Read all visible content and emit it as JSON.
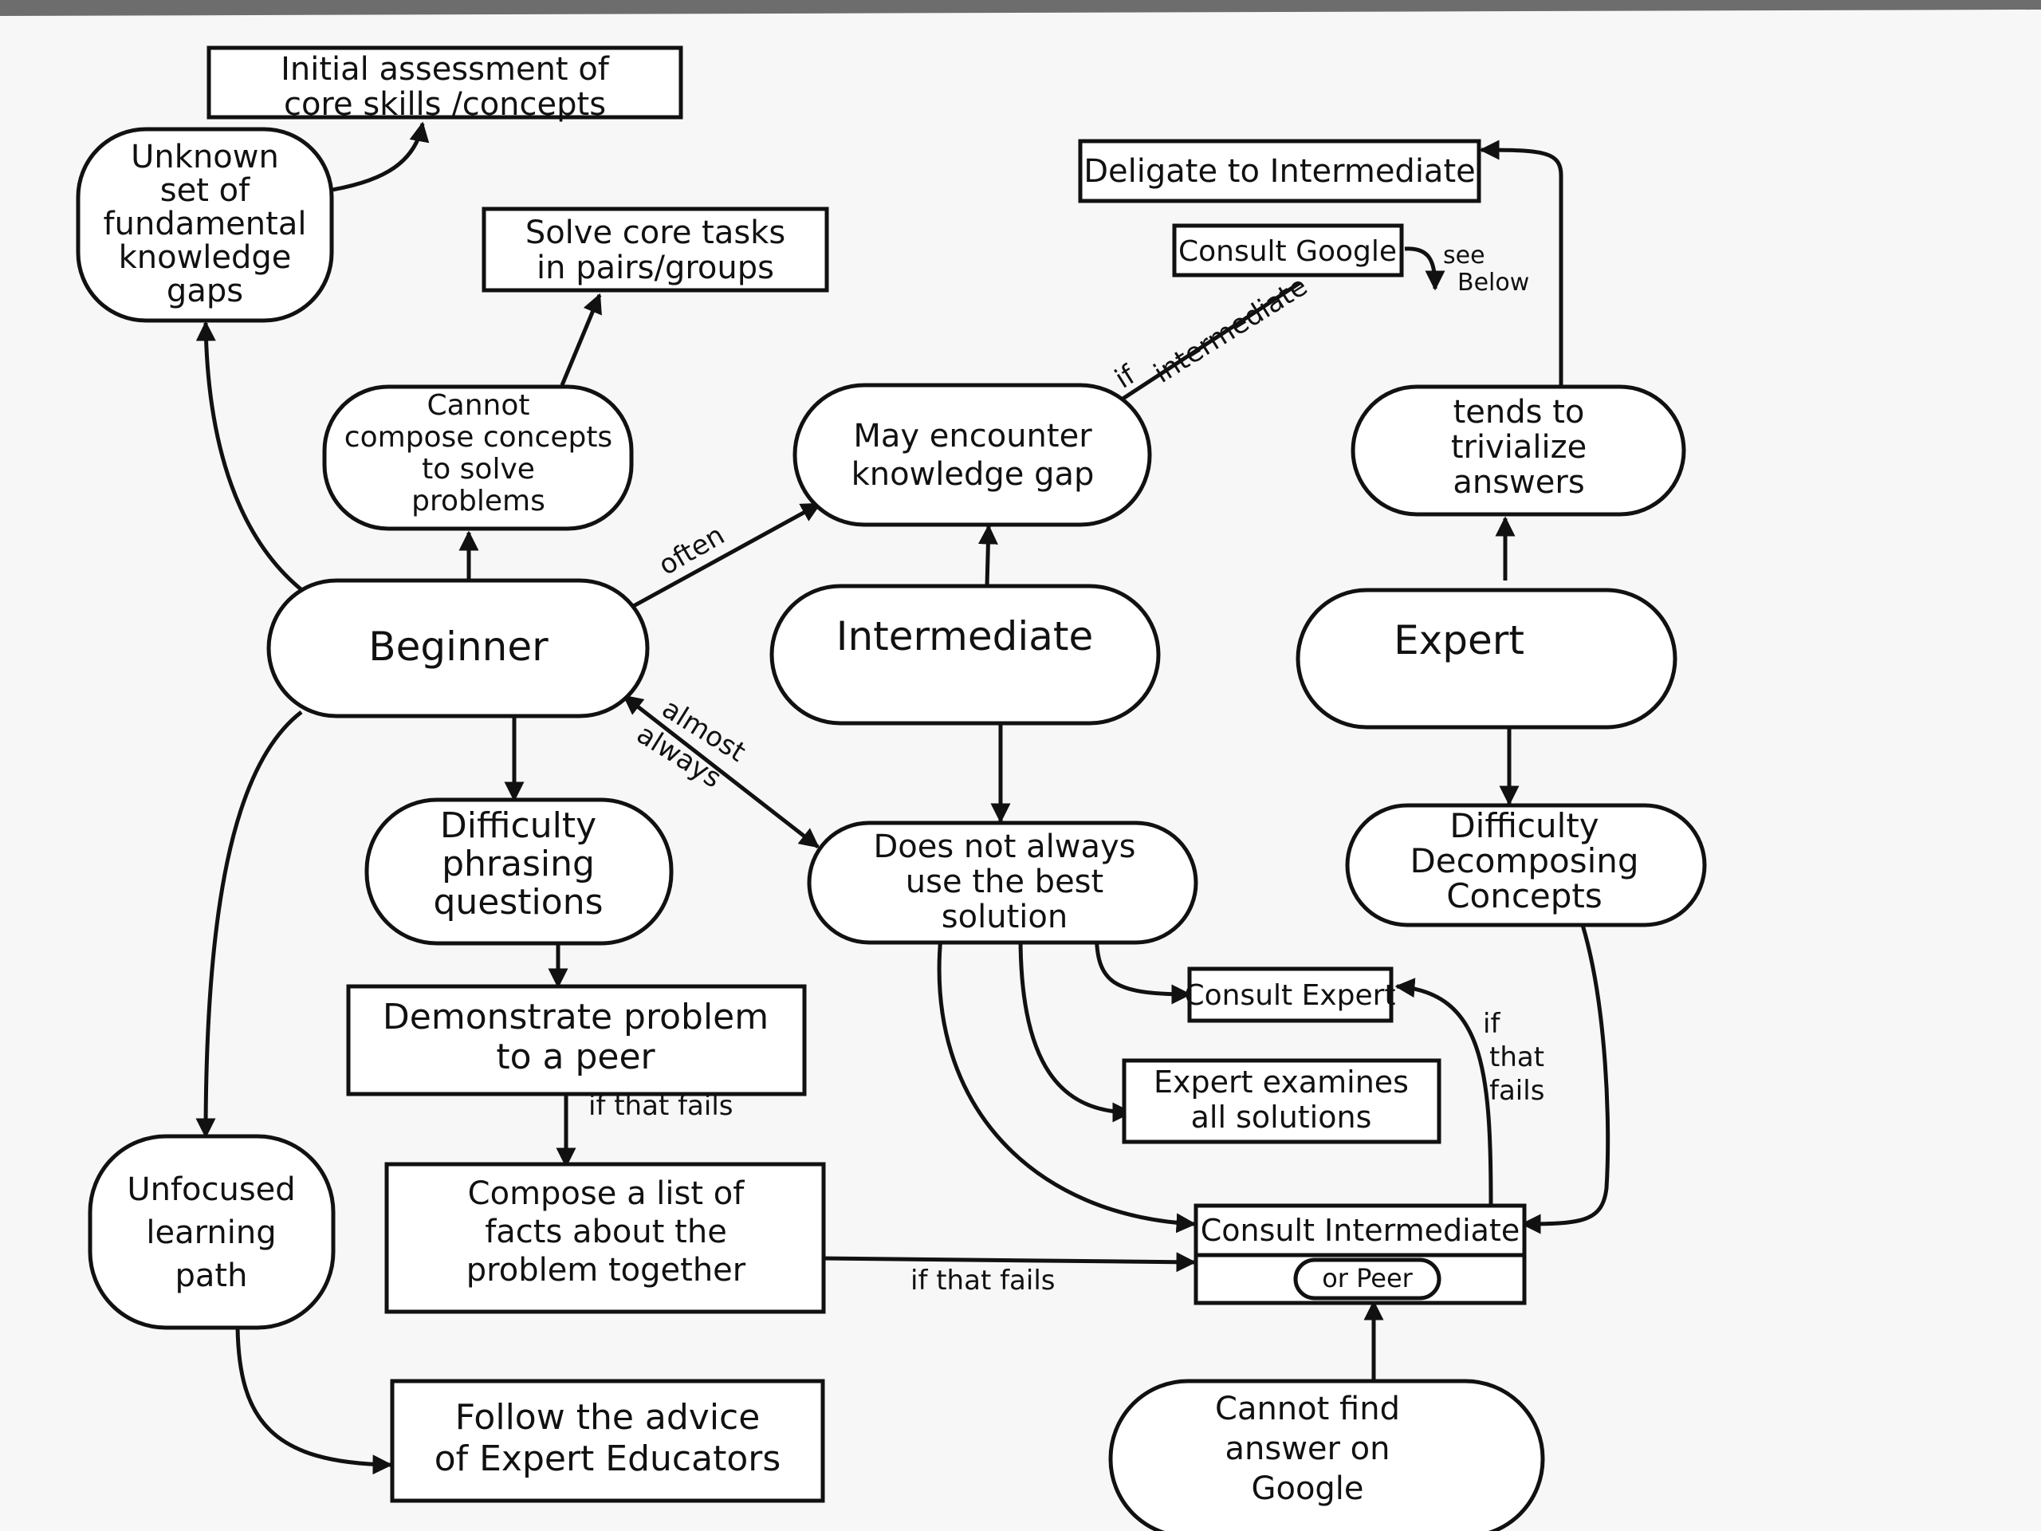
{
  "nodes": {
    "initial_assessment": [
      "Initial assessment of",
      "core skills /concepts"
    ],
    "unknown_gaps": [
      "Unknown",
      "set of",
      "fundamental",
      "knowledge",
      "gaps"
    ],
    "solve_core_tasks": [
      "Solve core tasks",
      "in pairs/groups"
    ],
    "cannot_compose": [
      "Cannot",
      "compose concepts",
      "to solve",
      "problems"
    ],
    "delegate": [
      "Deligate to Intermediate"
    ],
    "consult_google": [
      "Consult Google"
    ],
    "may_encounter": [
      "May encounter",
      "knowledge gap"
    ],
    "tends_trivialize": [
      "tends to",
      "trivialize",
      "answers"
    ],
    "beginner": [
      "Beginner"
    ],
    "intermediate": [
      "Intermediate"
    ],
    "expert": [
      "Expert"
    ],
    "difficulty_phrasing": [
      "Difficulty",
      "phrasing",
      "questions"
    ],
    "does_not_always": [
      "Does not always",
      "use the best",
      "solution"
    ],
    "difficulty_decomposing": [
      "Difficulty",
      "Decomposing",
      "Concepts"
    ],
    "demonstrate": [
      "Demonstrate problem",
      "to a peer"
    ],
    "consult_expert": [
      "Consult Expert"
    ],
    "expert_examines": [
      "Expert examines",
      "all solutions"
    ],
    "compose_list": [
      "Compose a list of",
      "facts about the",
      "problem together"
    ],
    "unfocused": [
      "Unfocused",
      "learning",
      "path"
    ],
    "consult_intermediate": [
      "Consult Intermediate"
    ],
    "or_peer": [
      "or Peer"
    ],
    "follow_advice": [
      "Follow the advice",
      "of Expert Educators"
    ],
    "cannot_find": [
      "Cannot find",
      "answer on",
      "Google"
    ]
  },
  "edge_labels": {
    "often": "often",
    "almost_always": [
      "almost",
      "always"
    ],
    "if_intermediate": [
      "if",
      "intermediate"
    ],
    "see_below": [
      "see",
      "Below"
    ],
    "if_that_fails_1": "if that fails",
    "if_that_fails_2": "if that fails",
    "if_that_fails_3": [
      "if",
      "that",
      "fails"
    ]
  }
}
